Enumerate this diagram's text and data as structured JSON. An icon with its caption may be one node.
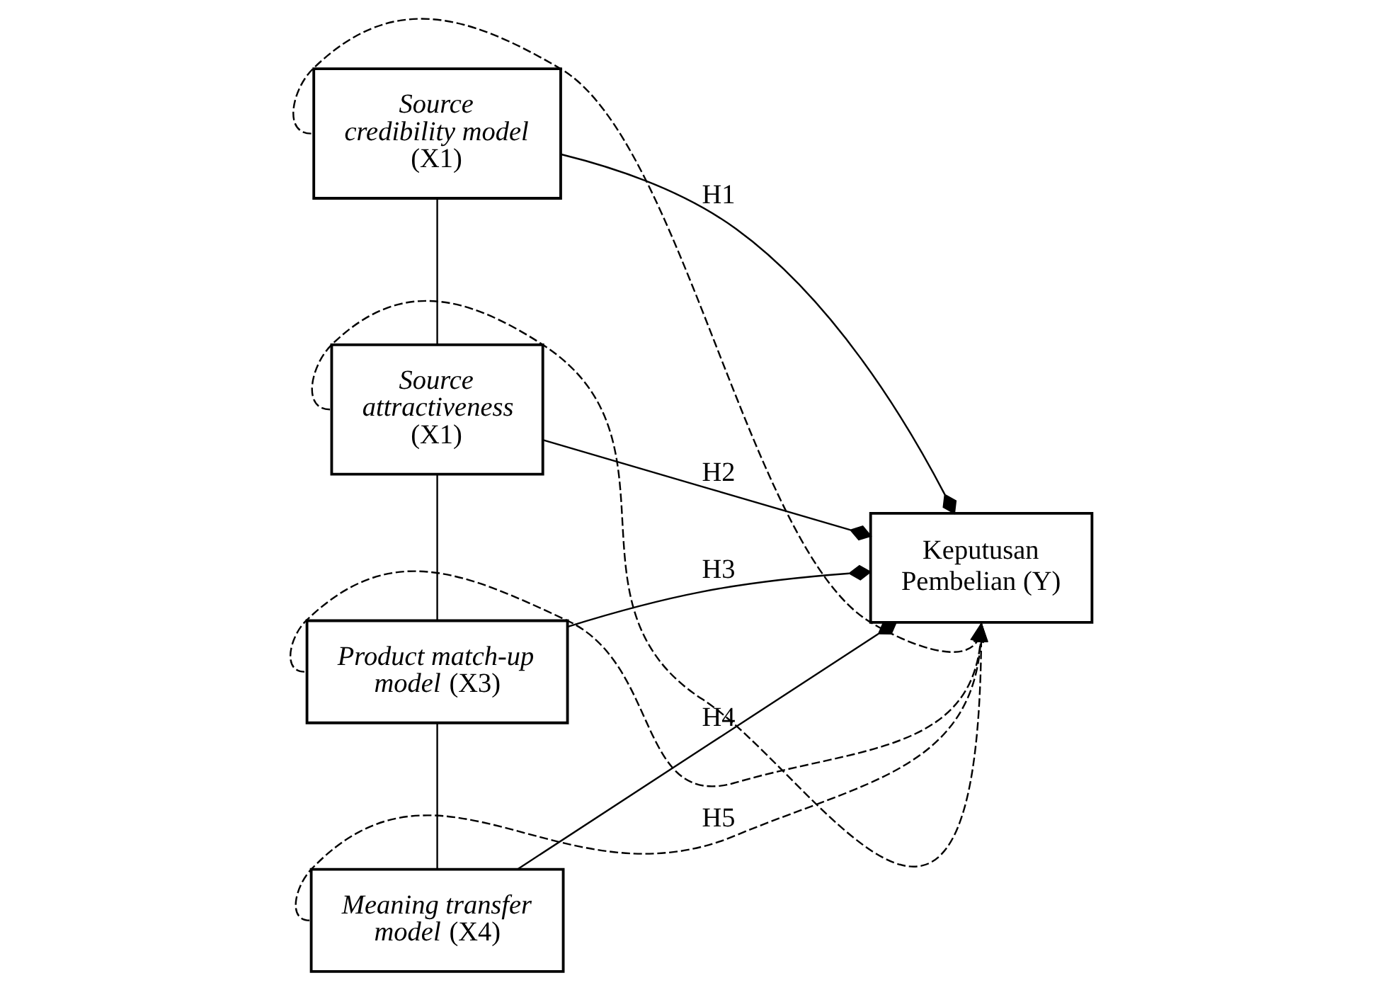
{
  "diagram": {
    "nodes": [
      {
        "text": [
          "*Source credibility model* (X1)"
        ]
      },
      {
        "text": [
          "*Source attractiveness* (X1)"
        ]
      },
      {
        "text": [
          "*Product match-up model* (X3)"
        ]
      },
      {
        "text": [
          "*Meaning transfer model* (X4)"
        ]
      },
      {
        "text": [
          "Keputusan Pembelian (Y)"
        ]
      }
    ],
    "edges": [
      {
        "from": 0,
        "to": 1,
        "arrow": "none"
      },
      {
        "from": 1,
        "to": 2,
        "arrow": "none"
      },
      {
        "from": 2,
        "to": 3,
        "arrow": "none"
      },
      {
        "from": 0,
        "to": 4,
        "arrow": "other",
        "label": "H1"
      },
      {
        "from": 1,
        "to": 4,
        "arrow": "other",
        "label": "H2"
      },
      {
        "from": 2,
        "to": 4,
        "arrow": "other",
        "label": "H3"
      },
      {
        "from": 3,
        "to": 4,
        "arrow": "other",
        "label": "H4"
      },
      {
        "from": 0,
        "to": 4,
        "arrow": "to",
        "style": "dashed"
      },
      {
        "from": 1,
        "to": 4,
        "arrow": "to",
        "style": "dashed"
      },
      {
        "from": 2,
        "to": 4,
        "arrow": "to",
        "style": "dashed"
      },
      {
        "from": 3,
        "to": 4,
        "arrow": "to",
        "style": "dashed",
        "label": "H5"
      }
    ]
  }
}
